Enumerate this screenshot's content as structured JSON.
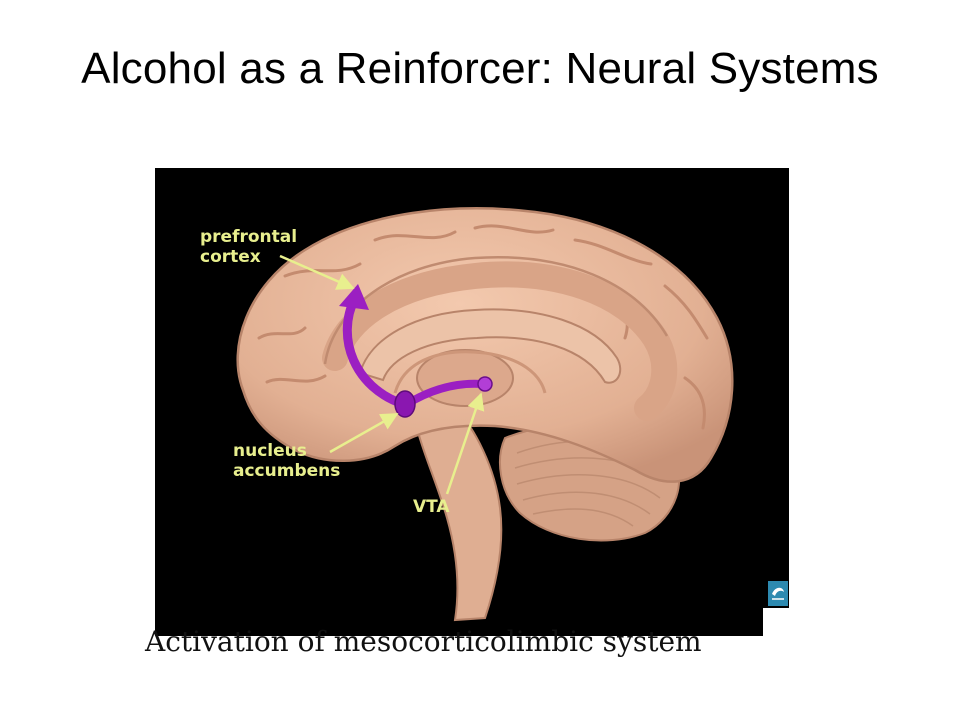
{
  "slide": {
    "title": "Alcohol as a Reinforcer: Neural Systems",
    "caption": "Activation of mesocorticolimbic system"
  },
  "figure": {
    "background_color": "#000000",
    "brain_color": "#e7b79a",
    "pathway_color": "#9b1fc2",
    "label_color": "#e8ef8e",
    "labels": {
      "prefrontal_line1": "prefrontal",
      "prefrontal_line2": "cortex",
      "nucleus_line1": "nucleus",
      "nucleus_line2": "accumbens",
      "vta": "VTA"
    },
    "logo_icon": "publisher-logo-icon"
  }
}
